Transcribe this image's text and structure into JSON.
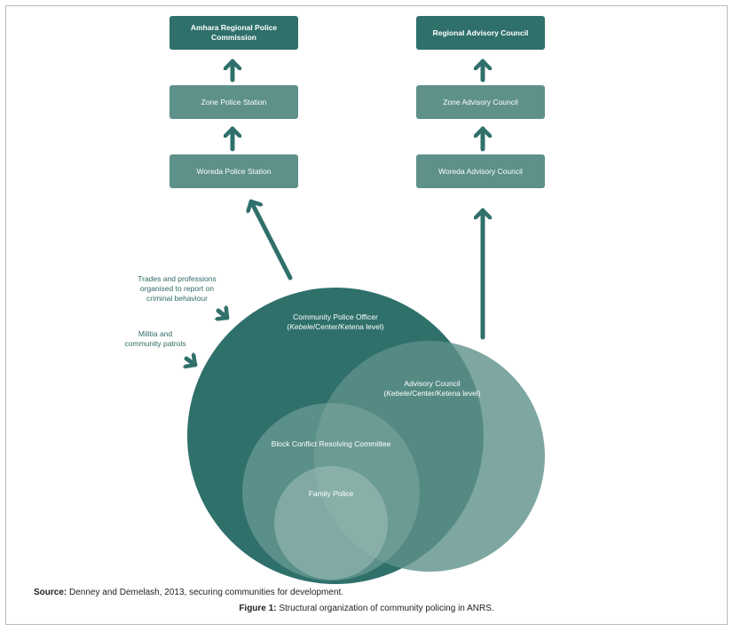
{
  "left_column": [
    "Amhara Regional Police Commission",
    "Zone Police Station",
    "Woreda Police Station"
  ],
  "right_column": [
    "Regional Advisory Council",
    "Zone Advisory Council",
    "Woreda Advisory Council"
  ],
  "inputs": [
    "Trades and professions organised to report on criminal behaviour",
    "Militia and community patrols"
  ],
  "circles": {
    "cpo": {
      "title": "Community Police Officer",
      "level_italic": "Kebele",
      "level_rest": "/Center/Ketena level)"
    },
    "advisory": {
      "title": "Advisory Council",
      "level_italic": "Kebele",
      "level_rest": "/Center/Ketena level)"
    },
    "block": "Block Conflict Resolving Committee",
    "family": "Family Police"
  },
  "source": {
    "label": "Source:",
    "text": " Denney and Demelash, 2013, securing communities for development."
  },
  "caption": {
    "label": "Figure 1:",
    "text": " Structural organization of community policing in ANRS."
  },
  "colors": {
    "dark": "#2f706b",
    "light": "#5e9189"
  }
}
